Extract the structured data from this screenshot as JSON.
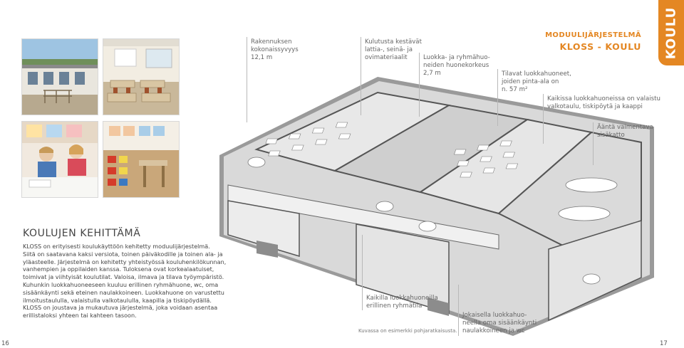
{
  "page_numbers": {
    "left": "16",
    "right": "17"
  },
  "side_tab": {
    "label": "KOULU",
    "color": "#e48723"
  },
  "header": {
    "line1": "MODUULIJÄRJESTELMÄ",
    "line2": "KLOSS - KOULU",
    "color": "#e48723"
  },
  "callouts": {
    "ceiling_height": [
      "Rakennuksen",
      "kokonaissyvyys",
      "12,1 m"
    ],
    "durable_materials": [
      "Kulutusta kestävät",
      "lattia-, seinä- ja",
      "ovimateriaalit"
    ],
    "room_height": [
      "Luokka- ja ryhmähuo-",
      "neiden huonekorkeus",
      "2,7 m"
    ],
    "spacious_rooms": [
      "Tilavat luokkahuoneet,",
      "joiden pinta-ala on",
      "n. 57 m²"
    ],
    "equipment": [
      "Kaikissa luokkahuoneissa on valaistu",
      "valkotaulu, tiskipöytä ja kaappi"
    ],
    "acoustic_ceiling": [
      "Ääntä vaimentava",
      "sisäkatto"
    ],
    "group_room": [
      "Kaikilla luokkahuoneilla",
      "erillinen ryhmätila"
    ],
    "entrance": [
      "Jokaisella luokkahuo-",
      "neella oma sisäänkäynti",
      "naulakkoineen ja wc"
    ]
  },
  "section": {
    "title": "KOULUJEN KEHITTÄMÄ",
    "paragraphs": [
      "KLOSS on erityisesti koulukäyttöön kehitetty moduulijärjestelmä.",
      "Siitä on saatavana kaksi versiota, toinen päiväkodille ja toinen ala- ja yläasteelle. Järjestelmä on kehitetty yhteistyössä kouluhenkilökunnan, vanhempien ja oppilaiden kanssa. Tuloksena ovat korkealaatuiset, toimivat ja viihtyisät koulutilat. Valoisa, ilmava ja tilava työympäristö.",
      "Kuhunkin luokkahuoneeseen kuuluu erillinen ryhmähuone, wc, oma sisäänkäynti sekä eteinen naulakkoineen. Luokkahuone on varustettu ilmoitustaululla, valaistulla valkotaululla, kaapilla ja tiskipöydällä.",
      "KLOSS on joustava ja mukautuva järjestelmä, joka voidaan asentaa erillistaloksi yhteen tai kahteen tasoon."
    ]
  },
  "plan_caption": "Kuvassa on esimerkki pohjaratkaisusta."
}
